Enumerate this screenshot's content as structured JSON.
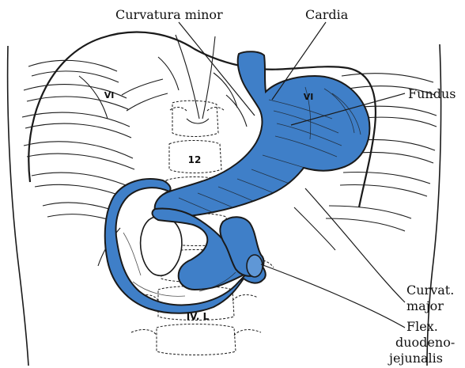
{
  "labels": {
    "curvatura_minor": "Curvatura minor",
    "cardia": "Cardia",
    "fundus": "Fundus",
    "curvat_major_line1": "Curvat.",
    "curvat_major_line2": "major",
    "flex_line1": "Flex.",
    "flex_line2": "duodeno-",
    "flex_line3": "jejunalis"
  },
  "skeleton_marks": {
    "rib_left": "VI",
    "rib_right": "VI",
    "vertebra_thoracic": "12",
    "vertebra_lumbar": "IV. L"
  },
  "colors": {
    "organ_fill": "#3f7fc8",
    "organ_outline": "#1a1a1a",
    "line": "#1a1a1a",
    "background": "#ffffff"
  }
}
